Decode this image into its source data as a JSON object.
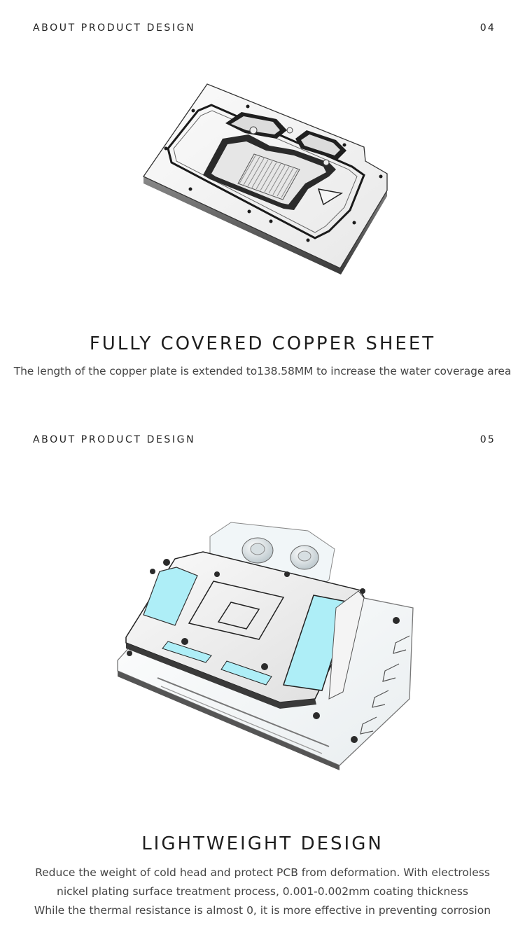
{
  "sections": [
    {
      "eyebrow": "ABOUT PRODUCT DESIGN",
      "number": "04",
      "title": "FULLY COVERED COPPER SHEET",
      "description": "The length of the copper plate is extended to138.58MM to increase the water coverage area"
    },
    {
      "eyebrow": "ABOUT PRODUCT DESIGN",
      "number": "05",
      "title": "LIGHTWEIGHT DESIGN",
      "description_lines": [
        "Reduce the weight of cold head and protect PCB from deformation. With electroless",
        "nickel plating surface treatment process, 0.001-0.002mm coating thickness",
        "While the thermal resistance is almost 0, it is more effective in preventing corrosion"
      ]
    }
  ],
  "colors": {
    "accent_blue": "#aeeef7",
    "metal_dark": "#2a2a2a",
    "metal_light": "#f2f2f2"
  }
}
